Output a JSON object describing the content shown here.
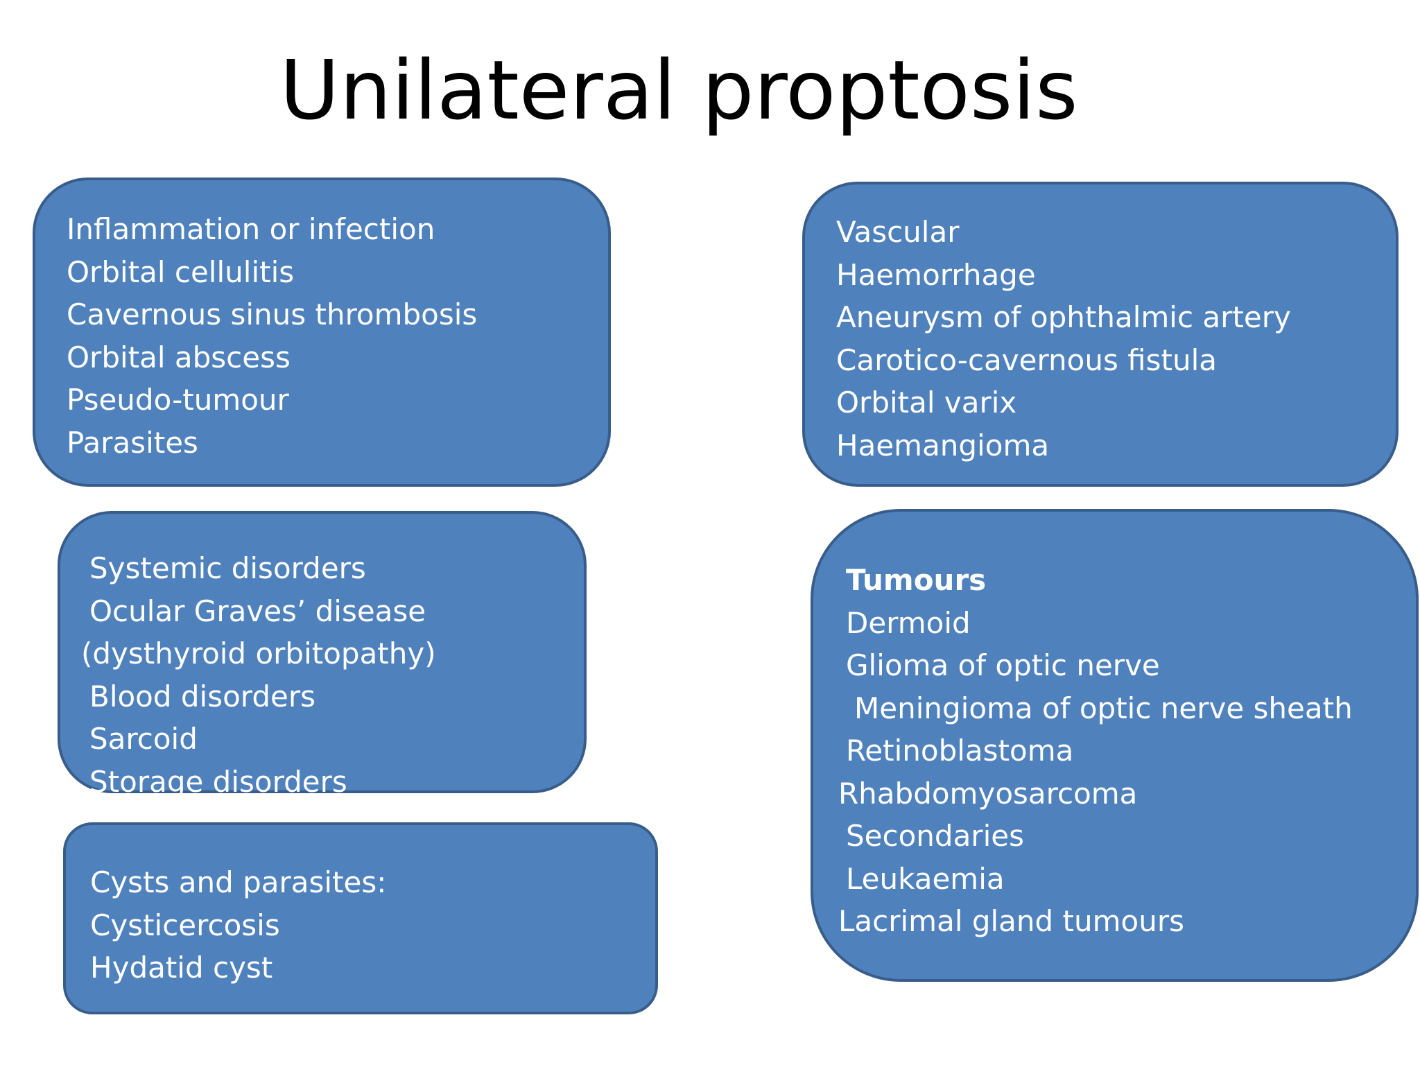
{
  "title": "Unilateral proptosis",
  "boxes": {
    "inflammation": {
      "lines": [
        "Inflammation or infection",
        "Orbital cellulitis",
        "Cavernous sinus thrombosis",
        "Orbital abscess",
        "Pseudo-tumour",
        "Parasites"
      ]
    },
    "vascular": {
      "lines": [
        "Vascular",
        "Haemorrhage",
        "Aneurysm of ophthalmic artery",
        "Carotico-cavernous fistula",
        "Orbital varix",
        "Haemangioma"
      ]
    },
    "systemic": {
      "lines": [
        "Systemic disorders",
        "Ocular Graves’ disease",
        "(dysthyroid orbitopathy)",
        "Blood disorders",
        "Sarcoid",
        "Storage disorders"
      ]
    },
    "tumours": {
      "lines": [
        "Tumours",
        "Dermoid",
        "Glioma of optic nerve",
        "Meningioma of optic nerve sheath",
        "Retinoblastoma",
        "Rhabdomyosarcoma",
        "Secondaries",
        "Leukaemia",
        "Lacrimal gland tumours"
      ]
    },
    "cysts": {
      "lines": [
        "Cysts and parasites:",
        "Cysticercosis",
        "Hydatid cyst"
      ]
    }
  },
  "colors": {
    "box_fill": "#4f81bd",
    "box_border": "#385d8a",
    "box_text": "#ffffff",
    "title_text": "#000000"
  }
}
